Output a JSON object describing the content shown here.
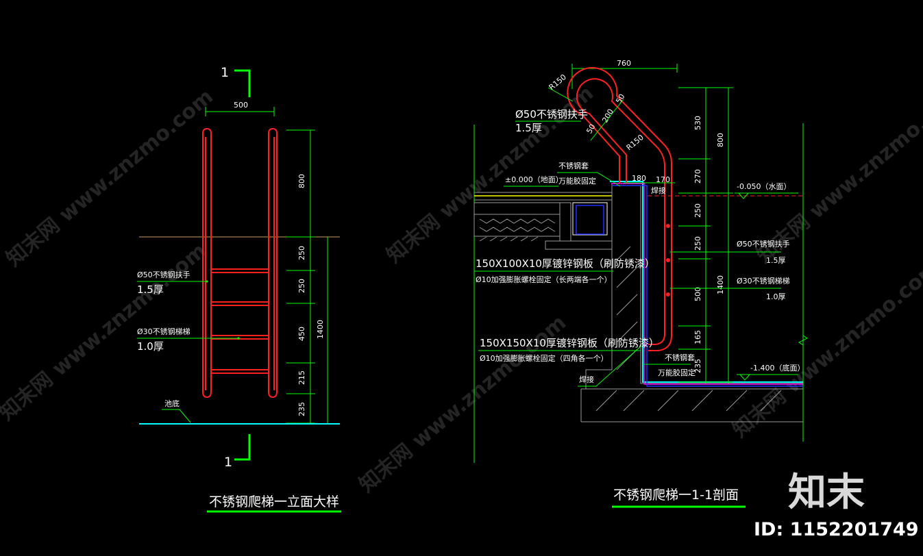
{
  "watermark": {
    "text": "知末网 www.znzmo.com",
    "logo": "知末",
    "id_label": "ID: 1152201749"
  },
  "left_view": {
    "section_marker": "1",
    "title": "不锈钢爬梯一立面大样",
    "dims": {
      "width": "500",
      "top": "800",
      "d1": "250",
      "d2": "250",
      "d3": "450",
      "d4": "215",
      "d5": "235",
      "total": "1400"
    },
    "handrail_label": "Ø50不锈钢扶手",
    "handrail_thk": "1.5厚",
    "rung_label": "Ø30不锈钢梯梯",
    "rung_thk": "1.0厚",
    "pool_bottom": "池底"
  },
  "right_view": {
    "title": "不锈钢爬梯一1-1剖面",
    "dims": {
      "top_width": "760",
      "r150a": "R150",
      "r150b": "R150",
      "d50a": "50",
      "d200": "200",
      "d50b": "50",
      "d180": "180",
      "d170": "170",
      "v530": "530",
      "v270": "270",
      "v800": "800",
      "v250a": "250",
      "v250b": "250",
      "v500": "500",
      "v165": "165",
      "v235": "235",
      "v1400": "1400"
    },
    "handrail_label": "Ø50不锈钢扶手",
    "handrail_thk": "1.5厚",
    "sleeve_label": "不锈钢套",
    "glue_label": "万能胶固定",
    "ground_level": "±0.000（地面）",
    "weld": "焊接",
    "water_level": "-0.050（水面）",
    "plate1": "150X100X10厚镀锌钢板（刷防锈漆）",
    "bolt1": "Ø10加强膨胀螺栓固定（长两端各一个）",
    "handrail2_label": "Ø50不锈钢扶手",
    "handrail2_thk": "1.5厚",
    "rung_label": "Ø30不锈钢梯梯",
    "rung_thk": "1.0厚",
    "plate2": "150X150X10厚镀锌钢板（刷防锈漆）",
    "bolt2": "Ø10加强膨胀螺栓固定（四角各一个）",
    "sleeve2_label": "不锈钢套",
    "glue2_label": "万能胶固定",
    "weld2": "焊接",
    "bottom_level": "-1.400（底面）"
  },
  "colors": {
    "red": "#ff2020",
    "green": "#00ff00",
    "cyan": "#00ffff",
    "white": "#ffffff",
    "gray": "#9a9a9a",
    "blue": "#2030ff",
    "magenta": "#ff00ff",
    "yellow": "#ffff00"
  }
}
